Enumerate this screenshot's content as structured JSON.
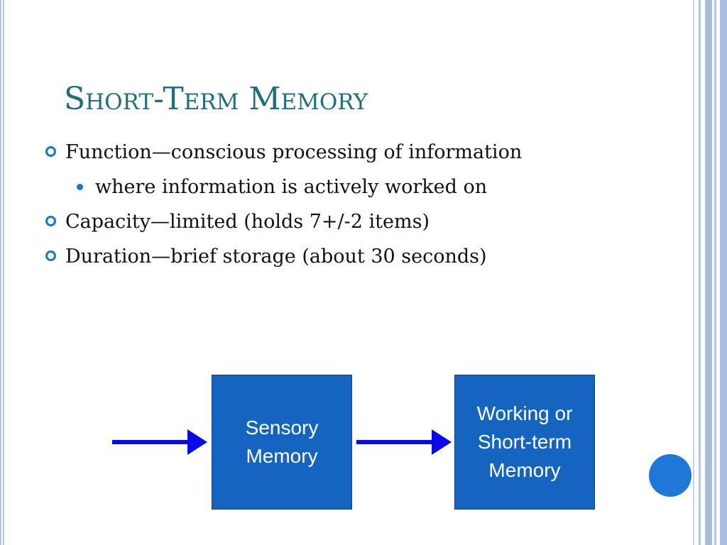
{
  "slide": {
    "title": "Short-Term Memory",
    "bullets": [
      {
        "level": 1,
        "text": "Function—conscious processing of information"
      },
      {
        "level": 2,
        "text": "where information is actively worked on"
      },
      {
        "level": 1,
        "text": "Capacity—limited (holds 7+/-2 items)"
      },
      {
        "level": 1,
        "text": "Duration—brief storage (about 30 seconds)"
      }
    ]
  },
  "diagram": {
    "box1": "Sensory\nMemory",
    "box2": "Working or\nShort-term\nMemory"
  },
  "colors": {
    "title": "#1f6f7a",
    "bullet_marker": "#1a78c2",
    "box_fill": "#1565c0",
    "arrow": "#0a0ae6",
    "circle": "#1f78d8"
  }
}
